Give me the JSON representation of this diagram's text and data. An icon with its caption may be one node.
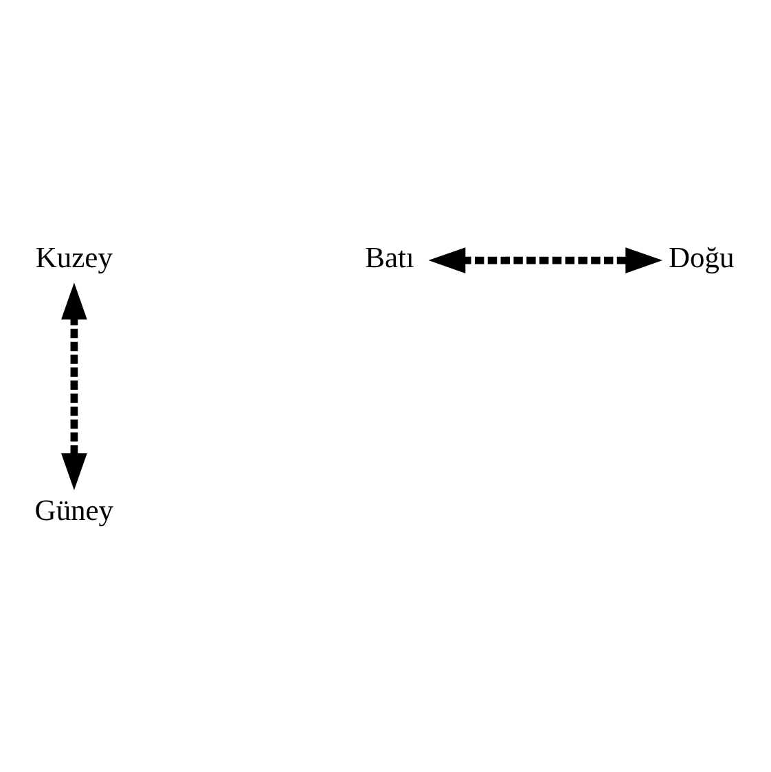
{
  "diagram": {
    "nodes": [
      {
        "text": [
          "Kuzey"
        ]
      },
      {
        "text": [
          "Batı"
        ]
      },
      {
        "text": [
          "Doğu"
        ]
      },
      {
        "text": [
          "Güney"
        ]
      }
    ],
    "edges": [
      {
        "from": 0,
        "to": 3,
        "arrow": "both",
        "style": "dashed"
      },
      {
        "from": 1,
        "to": 2,
        "arrow": "both",
        "style": "dashed"
      }
    ]
  }
}
